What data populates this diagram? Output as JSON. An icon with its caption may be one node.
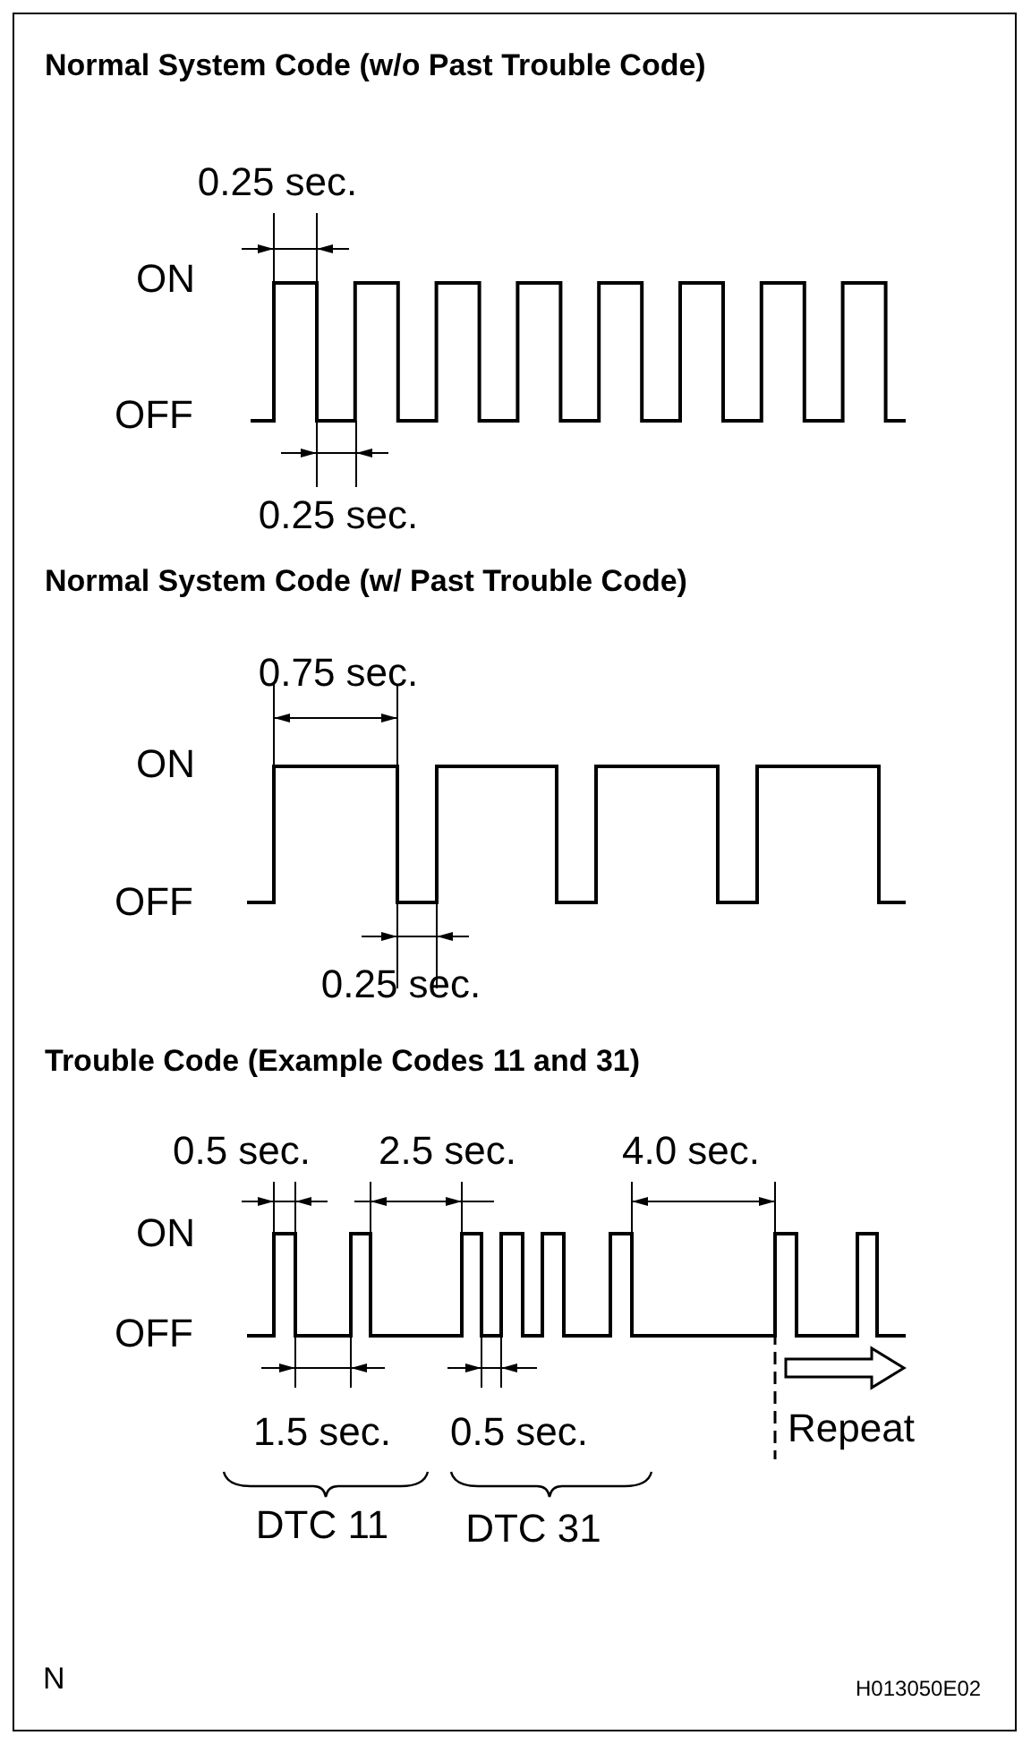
{
  "diagram": {
    "labels": [
      "Normal System Code (w/o Past Trouble Code)",
      "0.25 sec.",
      "ON",
      "OFF",
      "0.25 sec.",
      "Normal System Code (w/ Past Trouble Code)",
      "0.75 sec.",
      "ON",
      "OFF",
      "0.25 sec.",
      "Trouble Code (Example Codes 11 and 31)",
      "0.5 sec.",
      "2.5 sec.",
      "4.0 sec.",
      "ON",
      "OFF",
      "1.5 sec.",
      "0.5 sec.",
      "DTC 11",
      "DTC 31",
      "Repeat",
      "N",
      "H013050E02"
    ]
  }
}
